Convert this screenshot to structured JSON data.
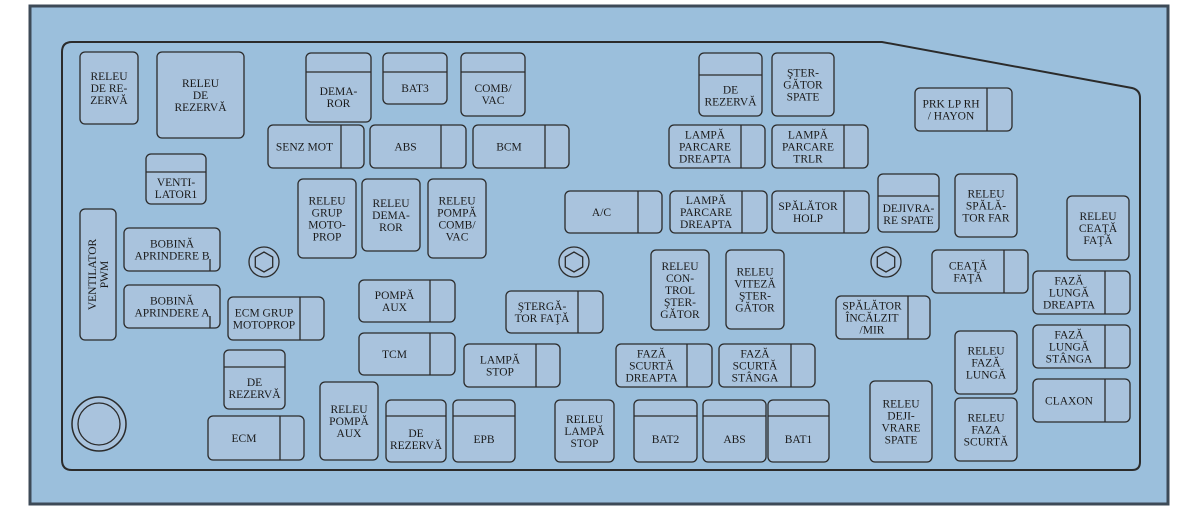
{
  "colors": {
    "background": "#9bbfdc",
    "fuse_fill": "#a9c3dd",
    "outline": "#2b2b2b",
    "frame_border": "#3d4a57"
  },
  "components": [
    {
      "id": "releu-de-rezerva-1",
      "label": "RELEU\nDE RE-\nZERVĂ"
    },
    {
      "id": "releu-de-rezerva-2",
      "label": "RELEU\nDE\nREZERVĂ"
    },
    {
      "id": "demaror",
      "label": "DEMA-\nROR"
    },
    {
      "id": "bat3",
      "label": "BAT3"
    },
    {
      "id": "comb-vac",
      "label": "COMB/\nVAC"
    },
    {
      "id": "de-rezerva-top",
      "label": "DE\nREZERVĂ"
    },
    {
      "id": "stergator-spate",
      "label": "ŞTER-\nGĂTOR\nSPATE"
    },
    {
      "id": "prk-lp-rh-hayon",
      "label": "PRK LP RH\n/ HAYON"
    },
    {
      "id": "senz-mot",
      "label": "SENZ MOT"
    },
    {
      "id": "abs-top",
      "label": "ABS"
    },
    {
      "id": "bcm",
      "label": "BCM"
    },
    {
      "id": "lampa-parcare-dreapta-1",
      "label": "LAMPĂ\nPARCARE\nDREAPTA"
    },
    {
      "id": "lampa-parcare-trlr",
      "label": "LAMPĂ\nPARCARE\nTRLR"
    },
    {
      "id": "ventilator1",
      "label": "VENTI-\nLATOR1"
    },
    {
      "id": "releu-grup-motoprop",
      "label": "RELEU\nGRUP\nMOTO-\nPROP"
    },
    {
      "id": "releu-demaror",
      "label": "RELEU\nDEMA-\nROR"
    },
    {
      "id": "releu-pompa-comb-vac",
      "label": "RELEU\nPOMPĂ\nCOMB/\nVAC"
    },
    {
      "id": "a-c",
      "label": "A/C"
    },
    {
      "id": "lampa-parcare-dreapta-2",
      "label": "LAMPĂ\nPARCARE\nDREAPTA"
    },
    {
      "id": "spalator-holp",
      "label": "SPĂLĂTOR\nHOLP"
    },
    {
      "id": "dejivrare-spate",
      "label": "DEJIVRA-\nRE SPATE"
    },
    {
      "id": "releu-spalator-far",
      "label": "RELEU\nSPĂLĂ-\nTOR FAR"
    },
    {
      "id": "releu-ceata-fata",
      "label": "RELEU\nCEAŢĂ\nFAŢĂ"
    },
    {
      "id": "ventilator-pwm",
      "label": "VENTILATOR\nPWM"
    },
    {
      "id": "bobina-aprindere-b",
      "label": "BOBINĂ\nAPRINDERE B"
    },
    {
      "id": "bobina-aprindere-a",
      "label": "BOBINĂ\nAPRINDERE A"
    },
    {
      "id": "ecm-grup-motoprop",
      "label": "ECM GRUP\nMOTOPROP"
    },
    {
      "id": "pompa-aux",
      "label": "POMPĂ\nAUX"
    },
    {
      "id": "stergator-fata",
      "label": "ŞTERGĂ-\nTOR FAŢĂ"
    },
    {
      "id": "releu-control-stergator",
      "label": "RELEU\nCON-\nTROL\nŞTER-\nGĂTOR"
    },
    {
      "id": "releu-viteza-stergator",
      "label": "RELEU\nVITEZĂ\nŞTER-\nGĂTOR"
    },
    {
      "id": "spalator-incalzit-mir",
      "label": "SPĂLĂTOR\nÎNCĂLZIT\n/MIR"
    },
    {
      "id": "ceata-fata",
      "label": "CEAŢĂ\nFAŢĂ"
    },
    {
      "id": "faza-lunga-dreapta",
      "label": "FAZĂ\nLUNGĂ\nDREAPTA"
    },
    {
      "id": "faza-lunga-stanga",
      "label": "FAZĂ\nLUNGĂ\nSTÂNGA"
    },
    {
      "id": "tcm",
      "label": "TCM"
    },
    {
      "id": "lampa-stop",
      "label": "LAMPĂ\nSTOP"
    },
    {
      "id": "faza-scurta-dreapta",
      "label": "FAZĂ\nSCURTĂ\nDREAPTA"
    },
    {
      "id": "faza-scurta-stanga",
      "label": "FAZĂ\nSCURTĂ\nSTÂNGA"
    },
    {
      "id": "releu-faza-lunga",
      "label": "RELEU\nFAZĂ\nLUNGĂ"
    },
    {
      "id": "de-rezerva-left",
      "label": "DE\nREZERVĂ"
    },
    {
      "id": "claxon",
      "label": "CLAXON"
    },
    {
      "id": "releu-pompa-aux",
      "label": "RELEU\nPOMPĂ\nAUX"
    },
    {
      "id": "de-rezerva-bottom",
      "label": "DE\nREZERVĂ"
    },
    {
      "id": "epb",
      "label": "EPB"
    },
    {
      "id": "releu-lampa-stop",
      "label": "RELEU\nLAMPĂ\nSTOP"
    },
    {
      "id": "bat2",
      "label": "BAT2"
    },
    {
      "id": "abs-bottom",
      "label": "ABS"
    },
    {
      "id": "bat1",
      "label": "BAT1"
    },
    {
      "id": "releu-dejivrare-spate",
      "label": "RELEU\nDEJI-\nVRARE\nSPATE"
    },
    {
      "id": "releu-faza-scurta",
      "label": "RELEU\nFAZA\nSCURTĂ"
    },
    {
      "id": "ecm",
      "label": "ECM"
    }
  ]
}
